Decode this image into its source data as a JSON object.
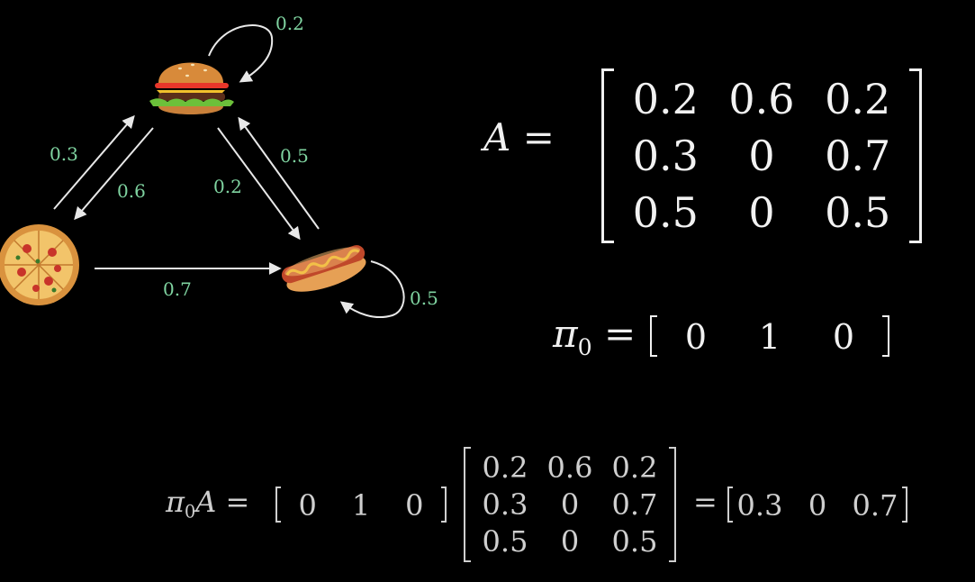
{
  "graph": {
    "nodes": [
      {
        "id": "burger",
        "icon": "burger-icon"
      },
      {
        "id": "pizza",
        "icon": "pizza-icon"
      },
      {
        "id": "hotdog",
        "icon": "hotdog-icon"
      }
    ],
    "edges": [
      {
        "from": "burger",
        "to": "burger",
        "label": "0.2"
      },
      {
        "from": "pizza",
        "to": "burger",
        "label": "0.3"
      },
      {
        "from": "burger",
        "to": "pizza",
        "label": "0.6"
      },
      {
        "from": "burger",
        "to": "hotdog",
        "label": "0.2"
      },
      {
        "from": "hotdog",
        "to": "burger",
        "label": "0.5"
      },
      {
        "from": "pizza",
        "to": "hotdog",
        "label": "0.7"
      },
      {
        "from": "hotdog",
        "to": "hotdog",
        "label": "0.5"
      }
    ],
    "colors": {
      "edge_label": "#7fd3a0",
      "arrow": "#e8e8e8",
      "background": "#000000"
    }
  },
  "matrix_a": {
    "symbol": "A",
    "equals": "=",
    "rows": [
      [
        "0.2",
        "0.6",
        "0.2"
      ],
      [
        "0.3",
        "0",
        "0.7"
      ],
      [
        "0.5",
        "0",
        "0.5"
      ]
    ]
  },
  "pi0": {
    "symbol": "π",
    "subscript": "0",
    "equals": "=",
    "values": [
      "0",
      "1",
      "0"
    ]
  },
  "product": {
    "lhs_symbol": "π",
    "lhs_subscript": "0",
    "lhs_matrix": "A",
    "equals": "=",
    "vector": [
      "0",
      "1",
      "0"
    ],
    "matrix": [
      [
        "0.2",
        "0.6",
        "0.2"
      ],
      [
        "0.3",
        "0",
        "0.7"
      ],
      [
        "0.5",
        "0",
        "0.5"
      ]
    ],
    "result_equals": "=",
    "result": [
      "0.3",
      "0",
      "0.7"
    ]
  }
}
